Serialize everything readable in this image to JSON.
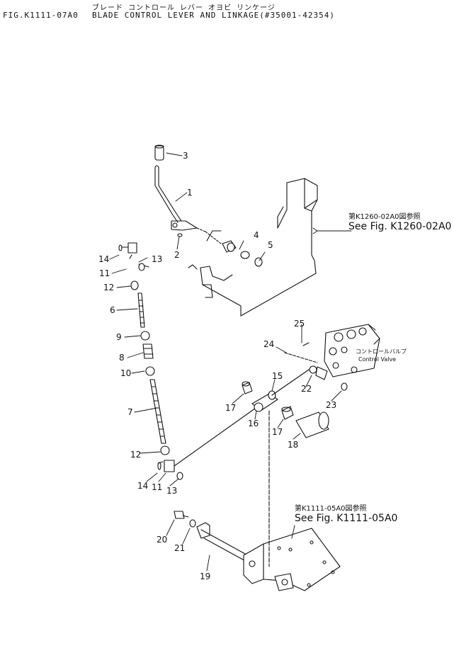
{
  "header": {
    "japanese_title": "ブレード コントロール レバー オヨビ リンケージ",
    "figure_code": "FIG.K1111-07A0",
    "title": "BLADE CONTROL LEVER AND LINKAGE(#35001-42354)"
  },
  "references": [
    {
      "japanese": "第K1260-02A0図参照",
      "english": "See Fig. K1260-02A0"
    },
    {
      "japanese": "第K1111-05A0図参照",
      "english": "See Fig. K1111-05A0"
    }
  ],
  "control_valve": {
    "japanese": "コントロールバルブ",
    "english": "Control Valve"
  },
  "part_labels": [
    "3",
    "1",
    "4",
    "5",
    "2",
    "14",
    "13",
    "11",
    "12",
    "6",
    "9",
    "8",
    "10",
    "7",
    "25",
    "24",
    "15",
    "22",
    "17",
    "16",
    "23",
    "17",
    "18",
    "12",
    "14",
    "11",
    "13",
    "20",
    "21",
    "19"
  ]
}
